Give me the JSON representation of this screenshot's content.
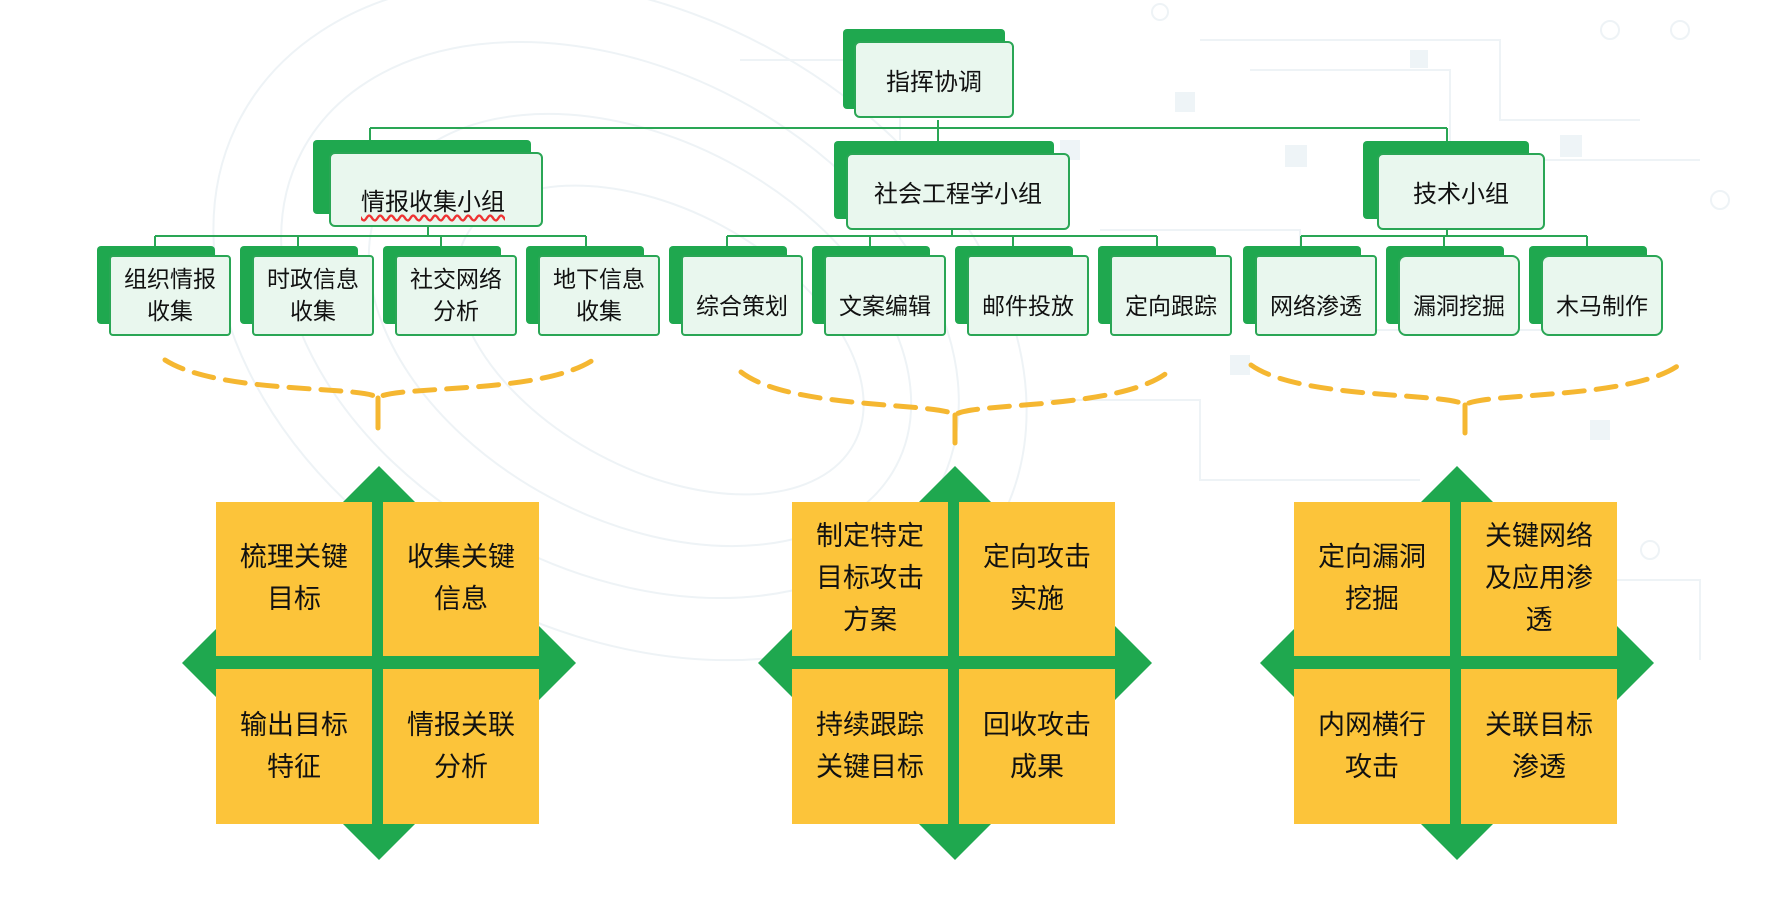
{
  "top": {
    "label": "指挥协调"
  },
  "groups": [
    {
      "label": "情报收集小组",
      "members": [
        "组织情报\n收集",
        "时政信息\n收集",
        "社交网络\n分析",
        "地下信息\n收集"
      ],
      "tasks": [
        "梳理关键\n目标",
        "收集关键\n信息",
        "输出目标\n特征",
        "情报关联\n分析"
      ]
    },
    {
      "label": "社会工程学小组",
      "members": [
        "综合策划",
        "文案编辑",
        "邮件投放",
        "定向跟踪"
      ],
      "tasks": [
        "制定特定\n目标攻击\n方案",
        "定向攻击\n实施",
        "持续跟踪\n关键目标",
        "回收攻击\n成果"
      ]
    },
    {
      "label": "技术小组",
      "members": [
        "网络渗透",
        "漏洞挖掘",
        "木马制作"
      ],
      "tasks": [
        "定向漏洞\n挖掘",
        "关键网络\n及应用渗\n透",
        "内网横行\n攻击",
        "关联目标\n渗透"
      ]
    }
  ],
  "colors": {
    "green": "#1fa84f",
    "frame": "#2aa655",
    "fill": "#e9f7ee",
    "yellow": "#fcc43a",
    "brace": "#f5b731"
  }
}
